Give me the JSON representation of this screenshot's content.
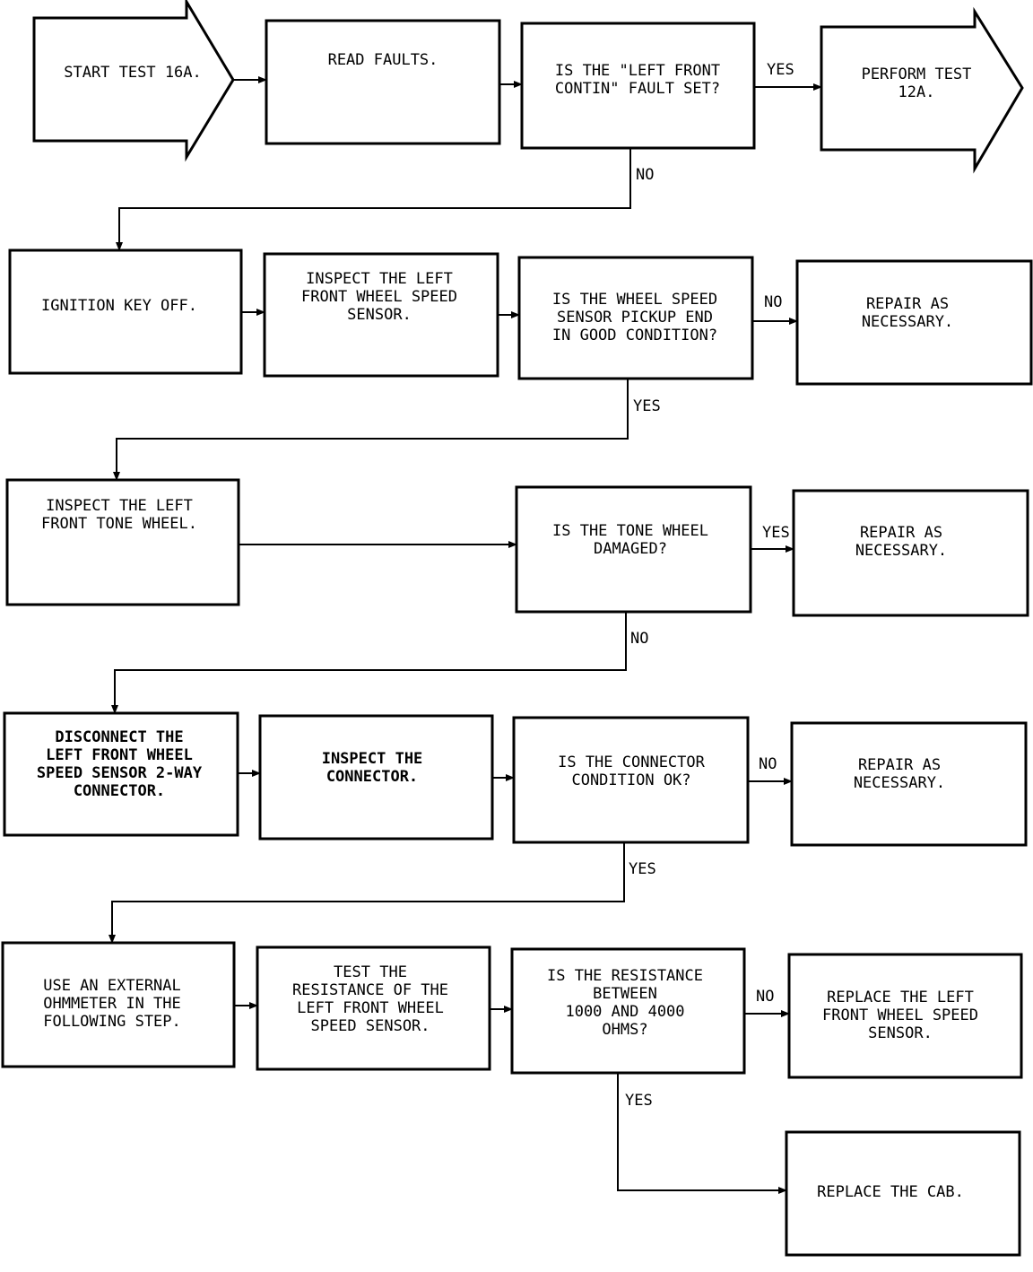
{
  "nodes": {
    "start": {
      "lines": [
        "START TEST 16A."
      ]
    },
    "read_faults": {
      "lines": [
        "READ FAULTS."
      ]
    },
    "q_left_front_contin": {
      "lines": [
        "IS THE \"LEFT FRONT",
        "CONTIN\" FAULT SET?"
      ]
    },
    "perform_12a": {
      "lines": [
        "PERFORM TEST",
        "12A."
      ]
    },
    "ignition_off": {
      "lines": [
        "IGNITION KEY OFF."
      ]
    },
    "inspect_sensor": {
      "lines": [
        "INSPECT THE LEFT",
        "FRONT WHEEL SPEED",
        "SENSOR."
      ]
    },
    "q_pickup_end": {
      "lines": [
        "IS THE WHEEL SPEED",
        "SENSOR PICKUP END",
        "IN GOOD CONDITION?"
      ]
    },
    "repair_1": {
      "lines": [
        "REPAIR AS",
        "NECESSARY."
      ]
    },
    "inspect_tone": {
      "lines": [
        "INSPECT THE LEFT",
        "FRONT TONE WHEEL."
      ]
    },
    "q_tone_damaged": {
      "lines": [
        "IS THE TONE WHEEL",
        "DAMAGED?"
      ]
    },
    "repair_2": {
      "lines": [
        "REPAIR AS",
        "NECESSARY."
      ]
    },
    "disconnect": {
      "lines": [
        "DISCONNECT THE",
        "LEFT FRONT WHEEL",
        "SPEED SENSOR 2-WAY",
        "CONNECTOR."
      ]
    },
    "inspect_connector": {
      "lines": [
        "INSPECT THE",
        "CONNECTOR."
      ]
    },
    "q_connector_ok": {
      "lines": [
        "IS THE CONNECTOR",
        "CONDITION OK?"
      ]
    },
    "repair_3": {
      "lines": [
        "REPAIR AS",
        "NECESSARY."
      ]
    },
    "use_ohmmeter": {
      "lines": [
        "USE AN EXTERNAL",
        "OHMMETER IN THE",
        "FOLLOWING STEP."
      ]
    },
    "test_resistance": {
      "lines": [
        "TEST THE",
        "RESISTANCE OF THE",
        "LEFT FRONT WHEEL",
        "SPEED SENSOR."
      ]
    },
    "q_resistance": {
      "lines": [
        "IS THE RESISTANCE",
        "BETWEEN",
        "1000 AND 4000",
        "OHMS?"
      ]
    },
    "replace_sensor": {
      "lines": [
        "REPLACE THE LEFT",
        "FRONT WHEEL SPEED",
        "SENSOR."
      ]
    },
    "replace_cab": {
      "lines": [
        "REPLACE THE CAB."
      ]
    }
  },
  "edge_labels": {
    "q1_yes": "YES",
    "q1_no": "NO",
    "q2_no": "NO",
    "q2_yes": "YES",
    "q3_yes": "YES",
    "q3_no": "NO",
    "q4_no": "NO",
    "q4_yes": "YES",
    "q5_no": "NO",
    "q5_yes": "YES"
  }
}
